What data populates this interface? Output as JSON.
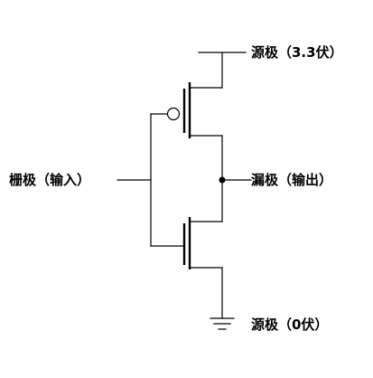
{
  "labels": {
    "source_top": "源极（3.3伏）",
    "gate": "栅极（输入）",
    "drain": "漏极（输出）",
    "source_bottom": "源极（0伏）"
  },
  "colors": {
    "line": "#000000",
    "background": "#ffffff"
  }
}
